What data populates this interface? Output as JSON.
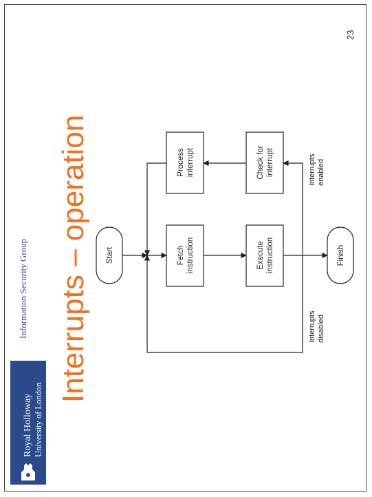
{
  "page_number": "23",
  "header": {
    "group_name": "Information Security Group",
    "logo_line1": "Royal Holloway",
    "logo_line2": "University of London"
  },
  "title": "Interrupts – operation",
  "diagram": {
    "start": "Start",
    "finish": "Finish",
    "fetch": [
      "Fetch",
      "instruction"
    ],
    "execute": [
      "Execute",
      "instruction"
    ],
    "process": [
      "Process",
      "interrupt"
    ],
    "check": [
      "Check for",
      "interrupt"
    ],
    "interrupts_disabled": [
      "Interrupts",
      "disabled"
    ],
    "interrupts_enabled": [
      "Interrupts",
      "enabled"
    ]
  },
  "colors": {
    "title": "#f07020",
    "logo_bg": "#2a4a8c",
    "group_text": "#3a4f8a"
  }
}
